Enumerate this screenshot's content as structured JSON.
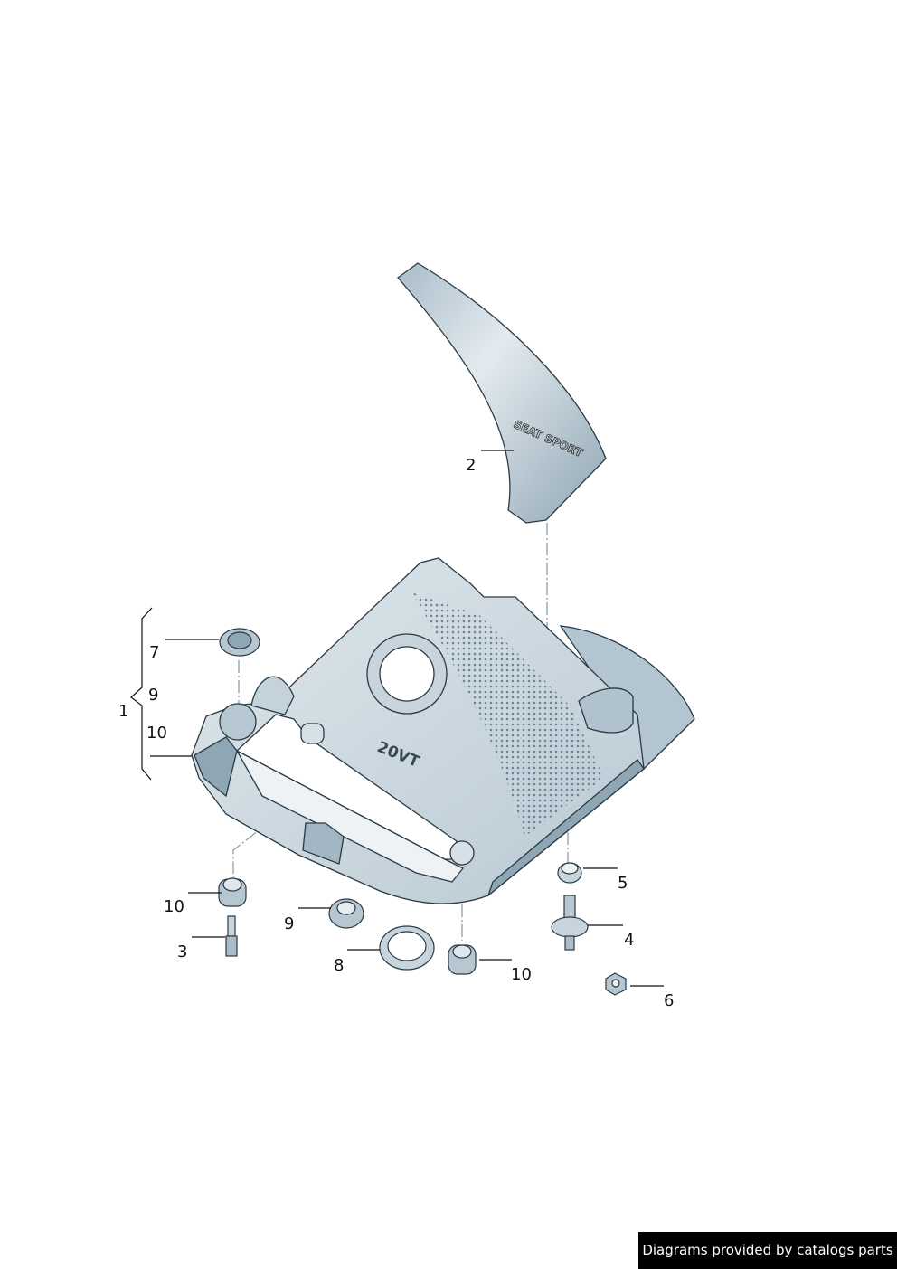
{
  "diagram": {
    "part_labels": [
      "1",
      "2",
      "3",
      "4",
      "5",
      "6",
      "7",
      "8",
      "9",
      "9",
      "10",
      "10",
      "10"
    ],
    "cover_marking": "20VT",
    "decal_marking": "SEAT SPORT"
  },
  "colors": {
    "part_fill": "#c9d6de",
    "part_dark": "#8fa6b4",
    "outline": "#2a3a44"
  },
  "footer": {
    "credit": "Diagrams provided by catalogs parts"
  }
}
